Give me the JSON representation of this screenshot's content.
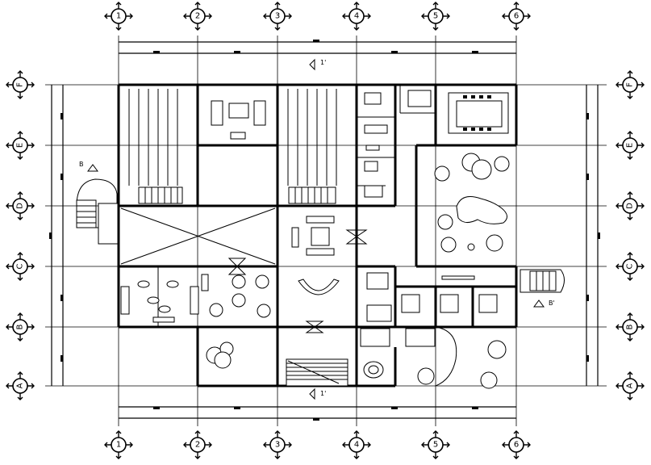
{
  "drawing": {
    "column_labels": [
      "1",
      "2",
      "3",
      "4",
      "5",
      "6"
    ],
    "row_labels": [
      "F",
      "E",
      "D",
      "C",
      "B",
      "A"
    ],
    "section_markers": [
      {
        "id": "top",
        "label": "1'"
      },
      {
        "id": "bottom",
        "label": "1'"
      },
      {
        "id": "left",
        "label": "B"
      },
      {
        "id": "right",
        "label": "B'"
      }
    ]
  }
}
